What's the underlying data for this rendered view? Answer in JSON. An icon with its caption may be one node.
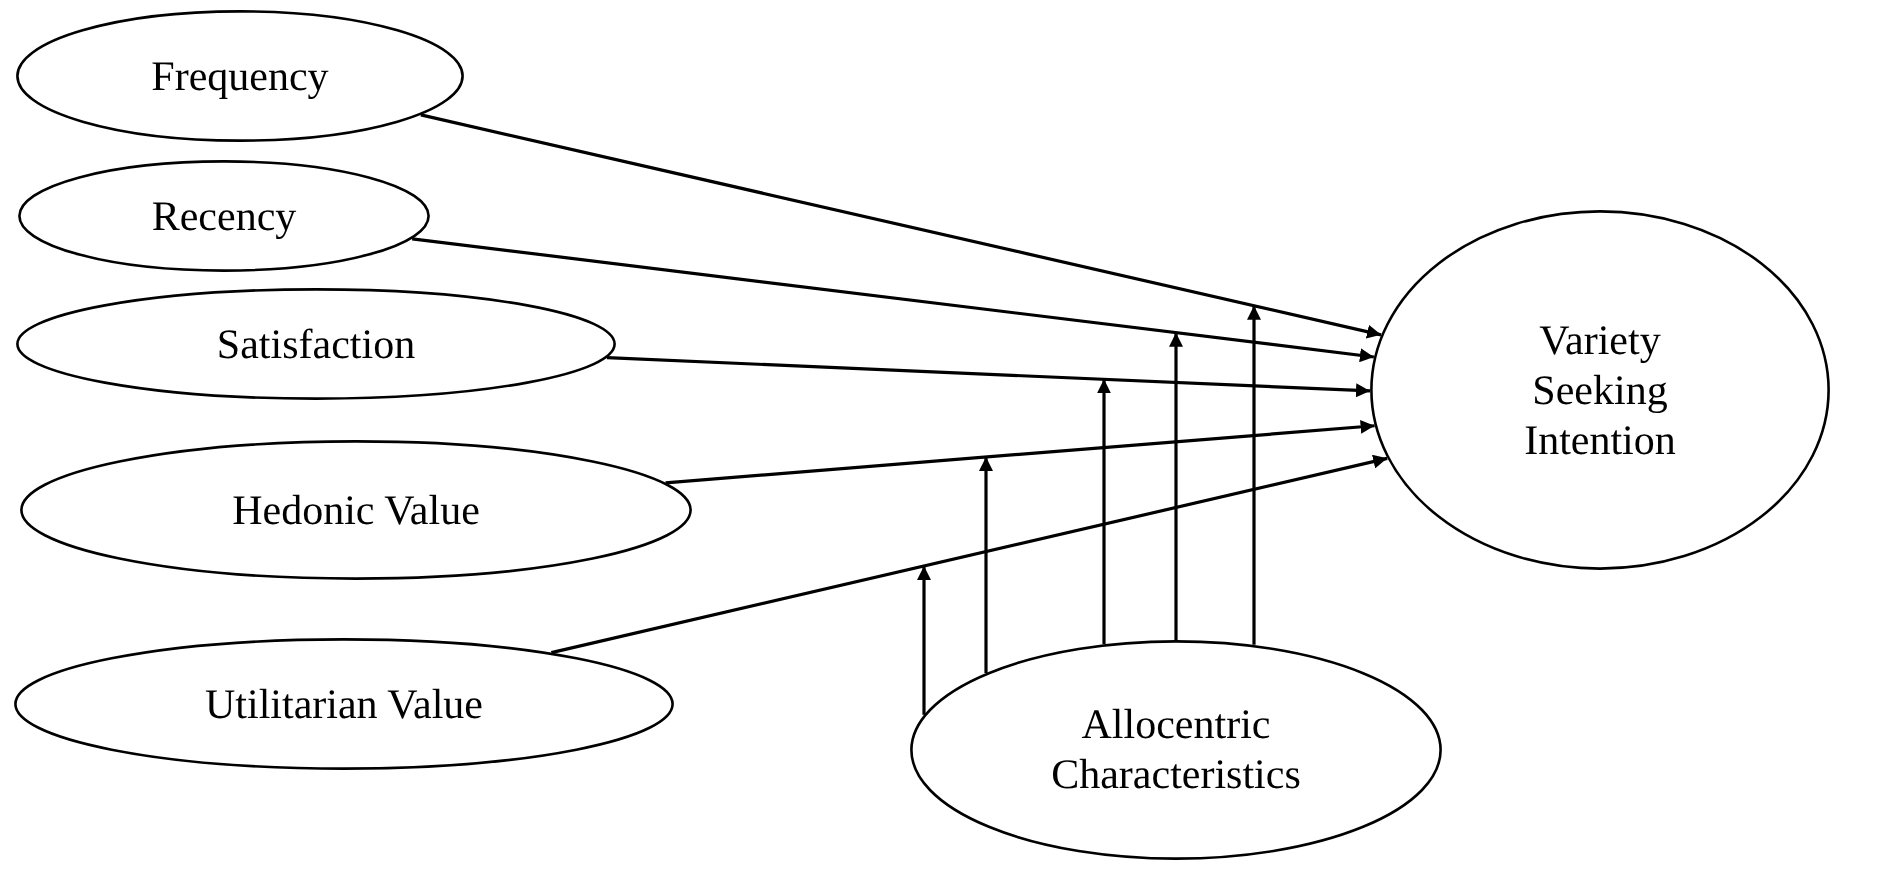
{
  "diagram": {
    "nodes": [
      {
        "text": [
          "Frequency"
        ]
      },
      {
        "text": [
          "Recency"
        ]
      },
      {
        "text": [
          "Satisfaction"
        ]
      },
      {
        "text": [
          "Hedonic Value"
        ]
      },
      {
        "text": [
          "Utilitarian Value"
        ]
      },
      {
        "text": [
          "Variety Seeking Intention"
        ]
      },
      {
        "text": [
          "Allocentric Characteristics"
        ]
      }
    ],
    "edges": [
      {
        "from": 0,
        "to": 5,
        "arrow": "to"
      },
      {
        "from": 1,
        "to": 5,
        "arrow": "to"
      },
      {
        "from": 2,
        "to": 5,
        "arrow": "to"
      },
      {
        "from": 3,
        "to": 5,
        "arrow": "to"
      },
      {
        "from": 4,
        "to": 5,
        "arrow": "to"
      },
      {
        "from": 6,
        "to": null,
        "arrow": "to"
      },
      {
        "from": 6,
        "to": null,
        "arrow": "to"
      },
      {
        "from": 6,
        "to": null,
        "arrow": "to"
      },
      {
        "from": 6,
        "to": null,
        "arrow": "to"
      },
      {
        "from": 6,
        "to": null,
        "arrow": "to"
      }
    ]
  }
}
